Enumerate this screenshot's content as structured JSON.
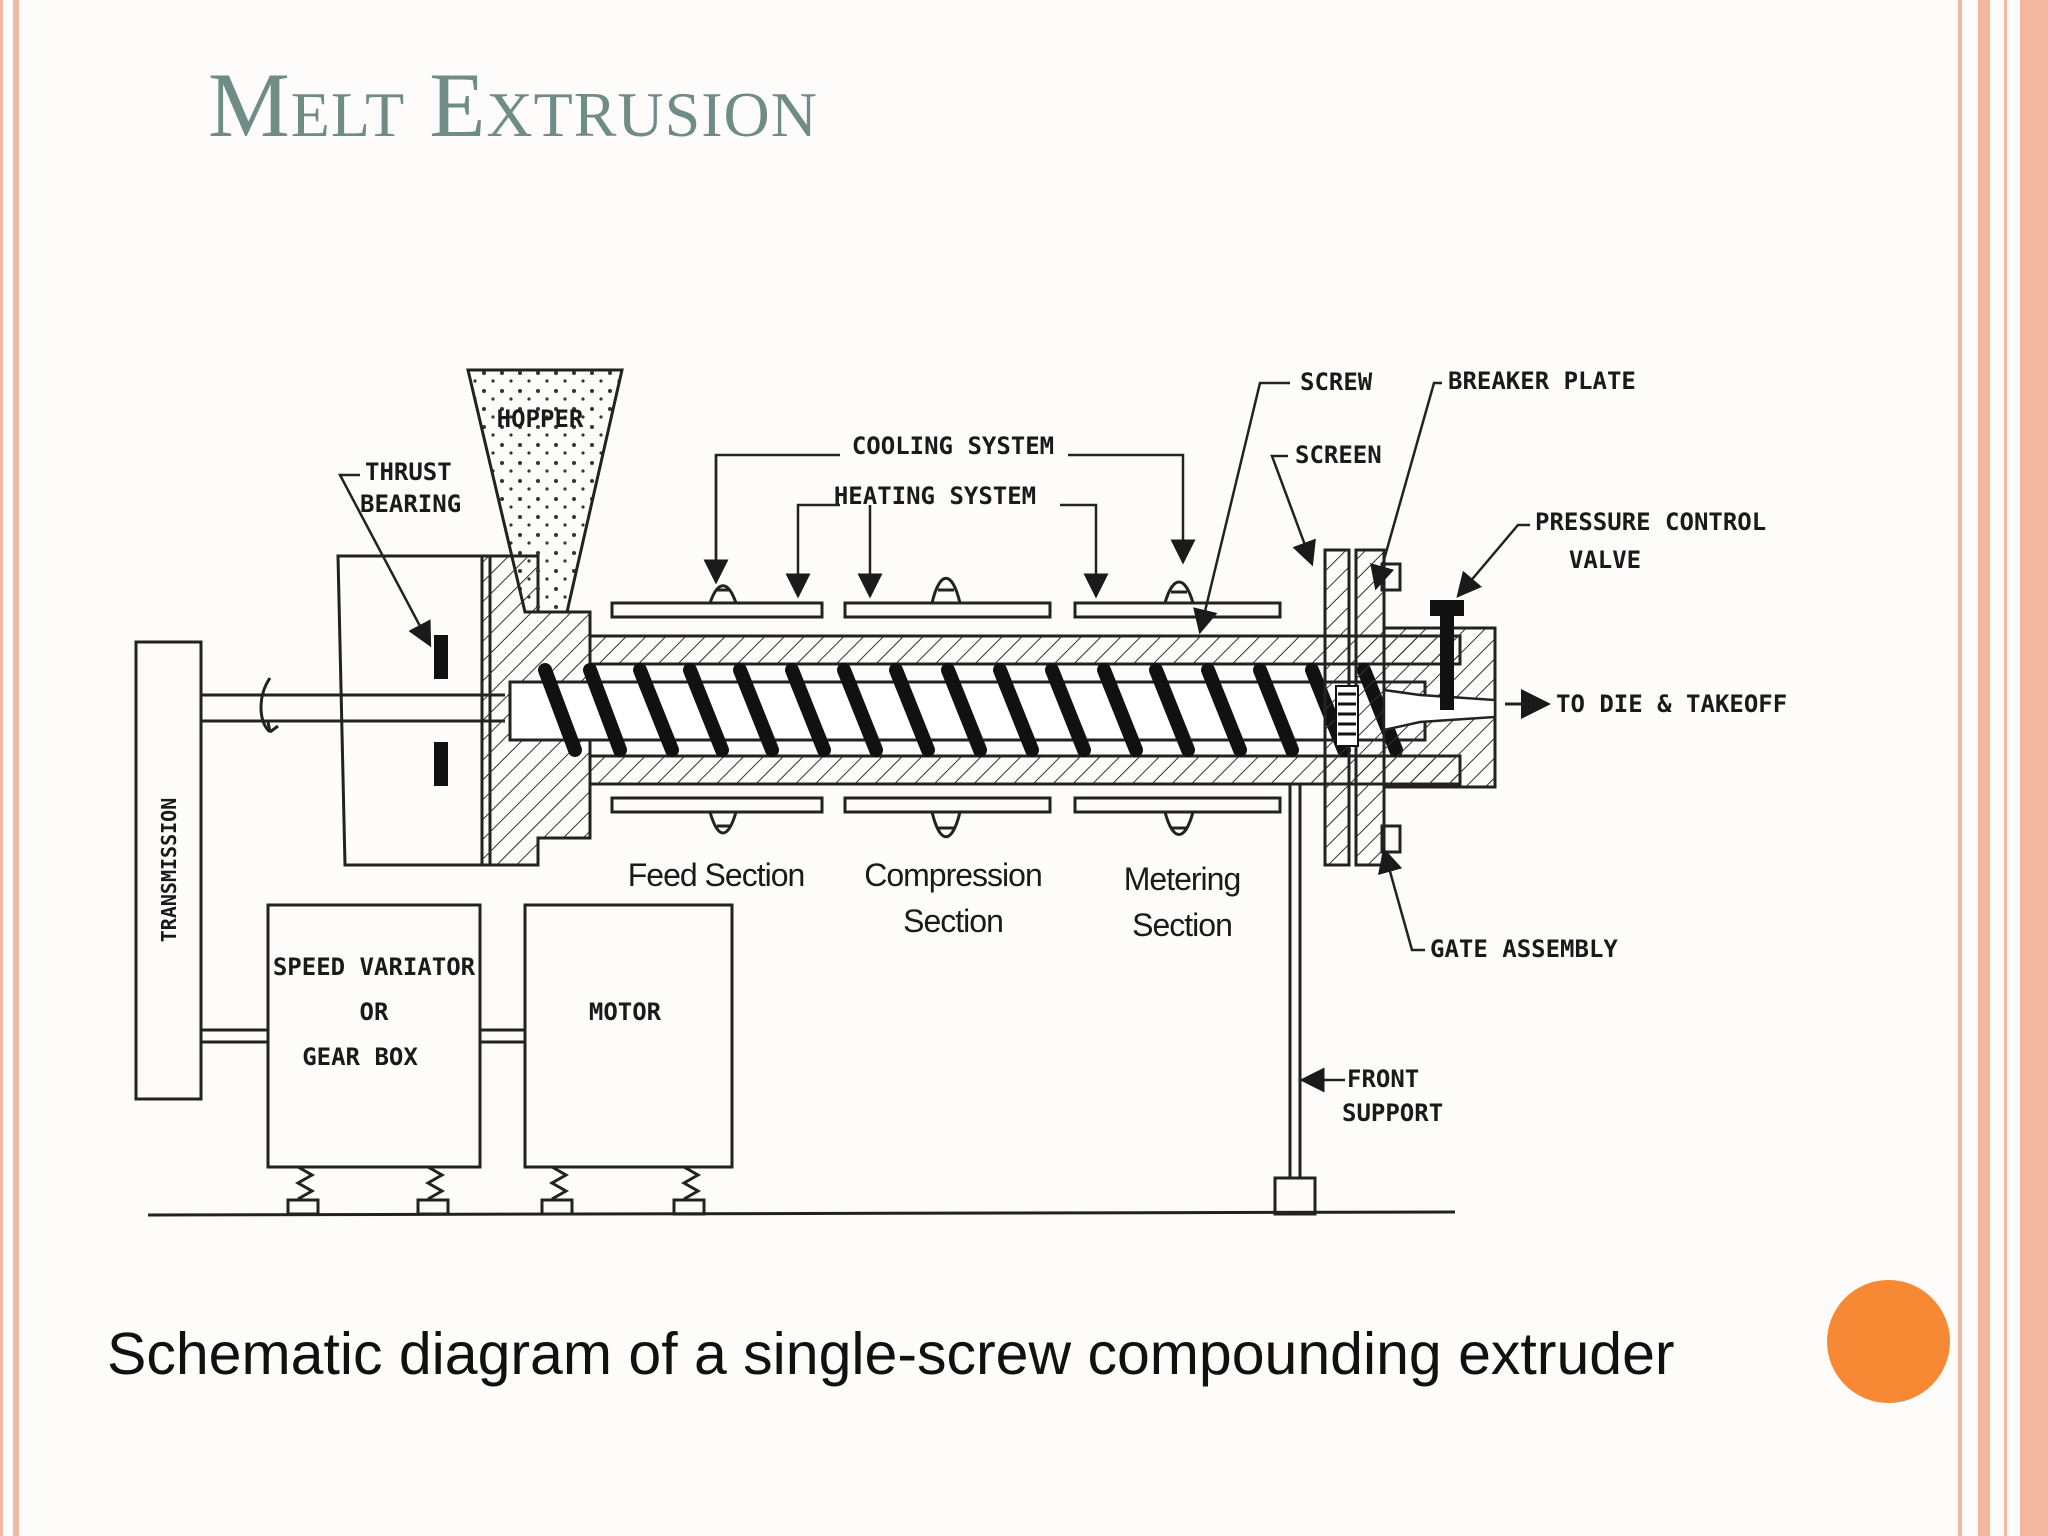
{
  "title": "Melt Extrusion",
  "caption": "Schematic diagram of a single-screw compounding extruder",
  "colors": {
    "title": "#6f8c86",
    "accent_dot": "#f78934",
    "border": "#f1b9a3",
    "background": "#fefcfb"
  },
  "diagram": {
    "labels": {
      "hopper": "HOPPER",
      "thrust_line1": "THRUST",
      "thrust_line2": "BEARING",
      "transmission": "TRANSMISSION",
      "cooling": "COOLING SYSTEM",
      "heating": "HEATING SYSTEM",
      "screw": "SCREW",
      "screen": "SCREEN",
      "breaker_plate": "BREAKER PLATE",
      "pressure_line1": "PRESSURE CONTROL",
      "pressure_line2": "VALVE",
      "to_die": "TO DIE & TAKEOFF",
      "feed": "Feed Section",
      "compression_line1": "Compression",
      "compression_line2": "Section",
      "metering_line1": "Metering",
      "metering_line2": "Section",
      "gate_assembly": "GATE ASSEMBLY",
      "speed_line1": "SPEED VARIATOR",
      "speed_line2": "OR",
      "speed_line3": "GEAR BOX",
      "motor": "MOTOR",
      "front_line1": "FRONT",
      "front_line2": "SUPPORT"
    }
  }
}
